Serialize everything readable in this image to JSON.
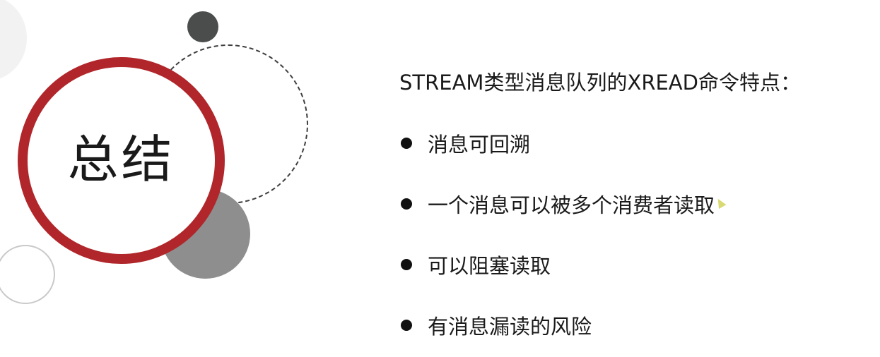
{
  "slide": {
    "title": "总结",
    "heading": "STREAM类型消息队列的XREAD命令特点：",
    "bullets": [
      "消息可回溯",
      "一个消息可以被多个消费者读取",
      "可以阻塞读取",
      "有消息漏读的风险"
    ]
  },
  "colors": {
    "accent_ring": "#b0262a",
    "dark_dot": "#4a4d4c",
    "gray_disc": "#8e8e8e",
    "dashed_ring": "#3f3f3f",
    "text": "#1a1a1a"
  }
}
